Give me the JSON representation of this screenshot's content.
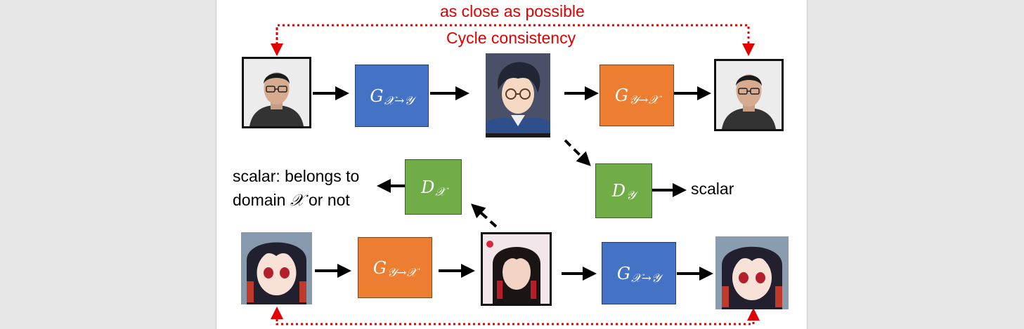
{
  "annotations": {
    "top_label": "as close as possible",
    "cycle_label": "Cycle consistency",
    "scalar_right": "scalar",
    "scalar_left_line1": "scalar: belongs to",
    "scalar_left_line2_prefix": "domain ",
    "scalar_left_line2_symbol": "𝒳",
    "scalar_left_line2_suffix": " or not"
  },
  "blocks": {
    "g_x_to_y_top": {
      "main": "G",
      "sub": "𝒳→𝒴"
    },
    "g_y_to_x_top": {
      "main": "G",
      "sub": "𝒴→𝒳"
    },
    "d_x": {
      "main": "D",
      "sub": "𝒳"
    },
    "d_y": {
      "main": "D",
      "sub": "𝒴"
    },
    "g_y_to_x_bottom": {
      "main": "G",
      "sub": "𝒴→𝒳"
    },
    "g_x_to_y_bottom": {
      "main": "G",
      "sub": "𝒳→𝒴"
    }
  },
  "colors": {
    "generator_x_to_y": "#4472c4",
    "generator_y_to_x": "#ed7d31",
    "discriminator": "#70ad47",
    "cycle_line": "#e30000"
  }
}
